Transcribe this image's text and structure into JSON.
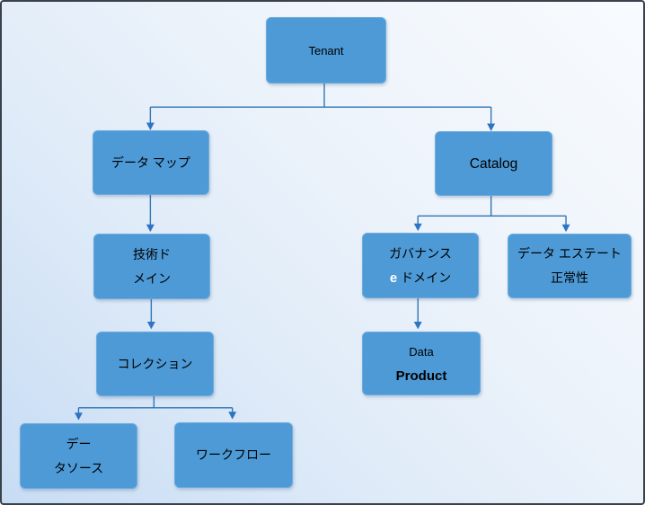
{
  "style": {
    "node_fill": "#4d9ad6",
    "node_text_color": "#000000",
    "connector_color": "#2e75b6",
    "arrowhead_color": "#2e74c4",
    "accent_text_color": "#ffffff",
    "background_gradient": [
      "#c7dcf4",
      "#f8fbfe"
    ],
    "frame_border_color": "#3a414b"
  },
  "diagram": {
    "type": "tree",
    "nodes": [
      {
        "id": "tenant",
        "lines": [
          "Tenant"
        ]
      },
      {
        "id": "data-map",
        "lines": [
          "データ マップ"
        ]
      },
      {
        "id": "catalog",
        "lines": [
          "Catalog"
        ]
      },
      {
        "id": "technical-domain",
        "lines": [
          "技術ド",
          "メイン"
        ]
      },
      {
        "id": "governance-domain",
        "lines": [
          "ガバナンス"
        ],
        "accent": "e",
        "accent_rest": " ドメイン"
      },
      {
        "id": "data-estate-health",
        "lines": [
          "データ エステート",
          "正常性"
        ]
      },
      {
        "id": "collection",
        "lines": [
          "コレクション"
        ]
      },
      {
        "id": "data-product",
        "lines": [
          "Data",
          "Product"
        ]
      },
      {
        "id": "data-source",
        "lines": [
          "デー",
          "タソース"
        ]
      },
      {
        "id": "workflow",
        "lines": [
          "ワークフロー"
        ]
      }
    ],
    "edges": [
      {
        "from": "tenant",
        "to": "data-map"
      },
      {
        "from": "tenant",
        "to": "catalog"
      },
      {
        "from": "data-map",
        "to": "technical-domain"
      },
      {
        "from": "technical-domain",
        "to": "collection"
      },
      {
        "from": "collection",
        "to": "data-source"
      },
      {
        "from": "collection",
        "to": "workflow"
      },
      {
        "from": "catalog",
        "to": "governance-domain"
      },
      {
        "from": "catalog",
        "to": "data-estate-health"
      },
      {
        "from": "governance-domain",
        "to": "data-product"
      }
    ]
  }
}
